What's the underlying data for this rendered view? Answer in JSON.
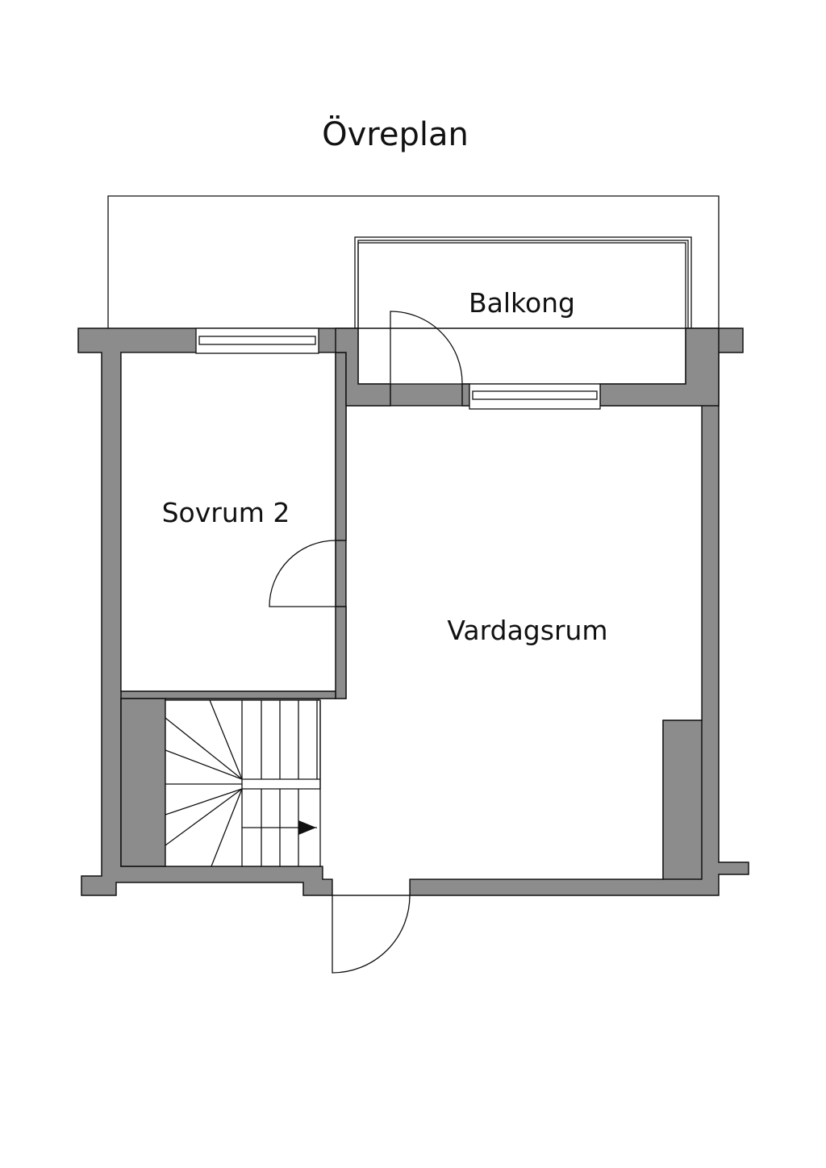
{
  "plan": {
    "title": "Övreplan",
    "rooms": {
      "balcony": "Balkong",
      "bedroom": "Sovrum 2",
      "living": "Vardagsrum"
    }
  },
  "colors": {
    "wall": "#8c8c8c",
    "line": "#111111",
    "background": "#ffffff"
  }
}
